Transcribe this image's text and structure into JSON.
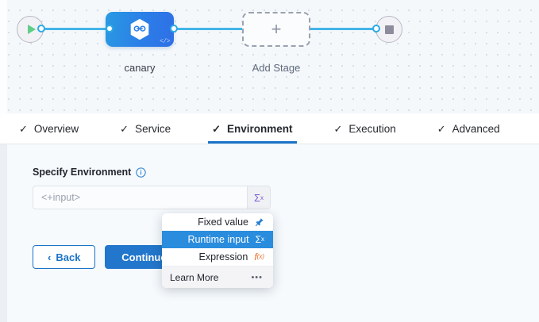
{
  "canvas": {
    "start_node": {
      "name": "start-node",
      "icon": "play-icon"
    },
    "end_node": {
      "name": "end-node",
      "icon": "stop-icon"
    },
    "stage": {
      "label": "canary",
      "icon": "harness-hexagon-icon",
      "badge": "</>",
      "color": "#2b7ee8"
    },
    "add_stage": {
      "label": "Add Stage",
      "icon": "plus-icon"
    }
  },
  "tabs": [
    {
      "label": "Overview",
      "check": "✓",
      "active": false
    },
    {
      "label": "Service",
      "check": "✓",
      "active": false
    },
    {
      "label": "Environment",
      "check": "✓",
      "active": true
    },
    {
      "label": "Execution",
      "check": "✓",
      "active": false
    },
    {
      "label": "Advanced",
      "check": "✓",
      "active": false
    }
  ],
  "form": {
    "field_label": "Specify Environment",
    "info_icon": "info-icon",
    "input_value": "",
    "input_placeholder": "<+input>",
    "input_mode_icon": "sigma-x-icon",
    "back_label": "Back",
    "back_chevron": "‹",
    "continue_label": "Continue"
  },
  "dropdown": {
    "items": [
      {
        "label": "Fixed value",
        "icon": "pin-icon",
        "icon_glyph": "📌",
        "selected": false
      },
      {
        "label": "Runtime input",
        "icon": "sigma-x-icon",
        "icon_glyph": "Σ",
        "selected": true
      },
      {
        "label": "Expression",
        "icon": "fx-icon",
        "icon_glyph": "f",
        "selected": false
      }
    ],
    "footer_label": "Learn More",
    "footer_more_icon": "ellipsis-icon",
    "footer_more_glyph": "•••"
  },
  "colors": {
    "accent_blue": "#2277cc",
    "tab_underline": "#1a73c7",
    "edge": "#43b4e8",
    "runtime_highlight": "#2a8cdd",
    "sigma_purple": "#7b5bd6",
    "fx_orange": "#f26b21",
    "canvas_bg": "#f4f8fb",
    "content_bg": "#f6fafd"
  }
}
